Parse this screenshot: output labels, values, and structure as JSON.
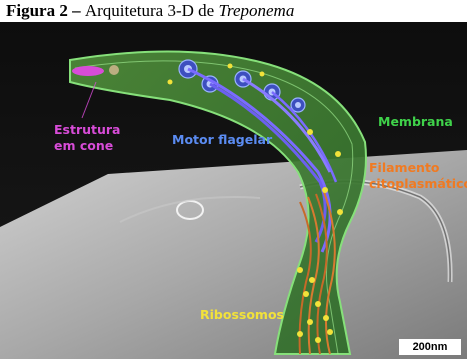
{
  "caption": {
    "prefix": "Figura 2 – ",
    "text": "Arquitetura 3-D de ",
    "genus": "Treponema"
  },
  "labels": {
    "cone": "Estrutura\nem cone",
    "motor": "Motor flagelar",
    "membrana": "Membrana",
    "filamento": "Filamento\ncitoplasmático",
    "ribossomos": "Ribossomos"
  },
  "scale_bar": "200nm",
  "colors": {
    "cone": "#d84cd8",
    "motor": "#5b8cf2",
    "membrana": "#3fd24a",
    "filamento": "#f07a22",
    "ribossomos": "#f2e23a"
  }
}
